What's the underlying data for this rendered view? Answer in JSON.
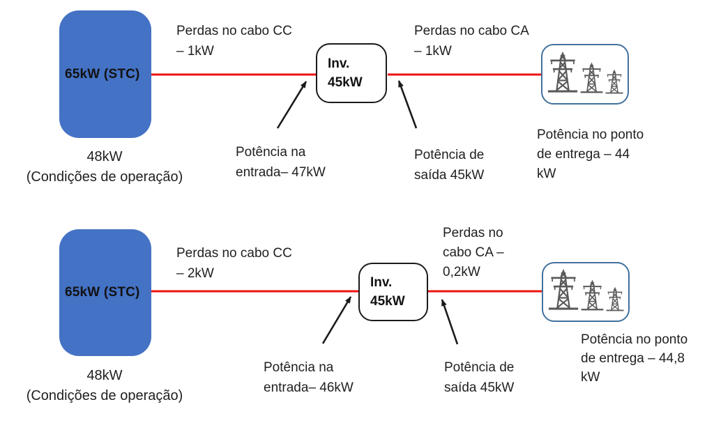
{
  "diagram_title": "PV system power flow comparison (cable losses)",
  "colors": {
    "panel_blue": "#4472C4",
    "cable_red": "#ee1111",
    "grid_border_blue": "#41719C",
    "tower_gray": "#595959",
    "text_dark": "#1f1f1f"
  },
  "rows": [
    {
      "panel_label": "65kW (STC)",
      "panel_caption": [
        "48kW",
        "(Condições de operação)"
      ],
      "dc_loss": [
        "Perdas no cabo CC",
        "– 1kW"
      ],
      "inverter": [
        "Inv.",
        "45kW"
      ],
      "input_power": [
        "Potência na",
        "entrada– 47kW"
      ],
      "output_power": [
        "Potência de",
        "saída 45kW"
      ],
      "ac_loss": [
        "Perdas no cabo CA",
        "– 1kW"
      ],
      "delivery_power": [
        "Potência no ponto",
        "de entrega – 44",
        "kW"
      ]
    },
    {
      "panel_label": "65kW (STC)",
      "panel_caption": [
        "48kW",
        "(Condições de operação)"
      ],
      "dc_loss": [
        "Perdas no cabo CC",
        "– 2kW"
      ],
      "inverter": [
        "Inv.",
        "45kW"
      ],
      "input_power": [
        "Potência na",
        "entrada– 46kW"
      ],
      "output_power": [
        "Potência de",
        "saída 45kW"
      ],
      "ac_loss": [
        "Perdas no",
        "cabo CA –",
        "0,2kW"
      ],
      "delivery_power": [
        "Potência no ponto",
        "de entrega – 44,8",
        "kW"
      ]
    }
  ]
}
